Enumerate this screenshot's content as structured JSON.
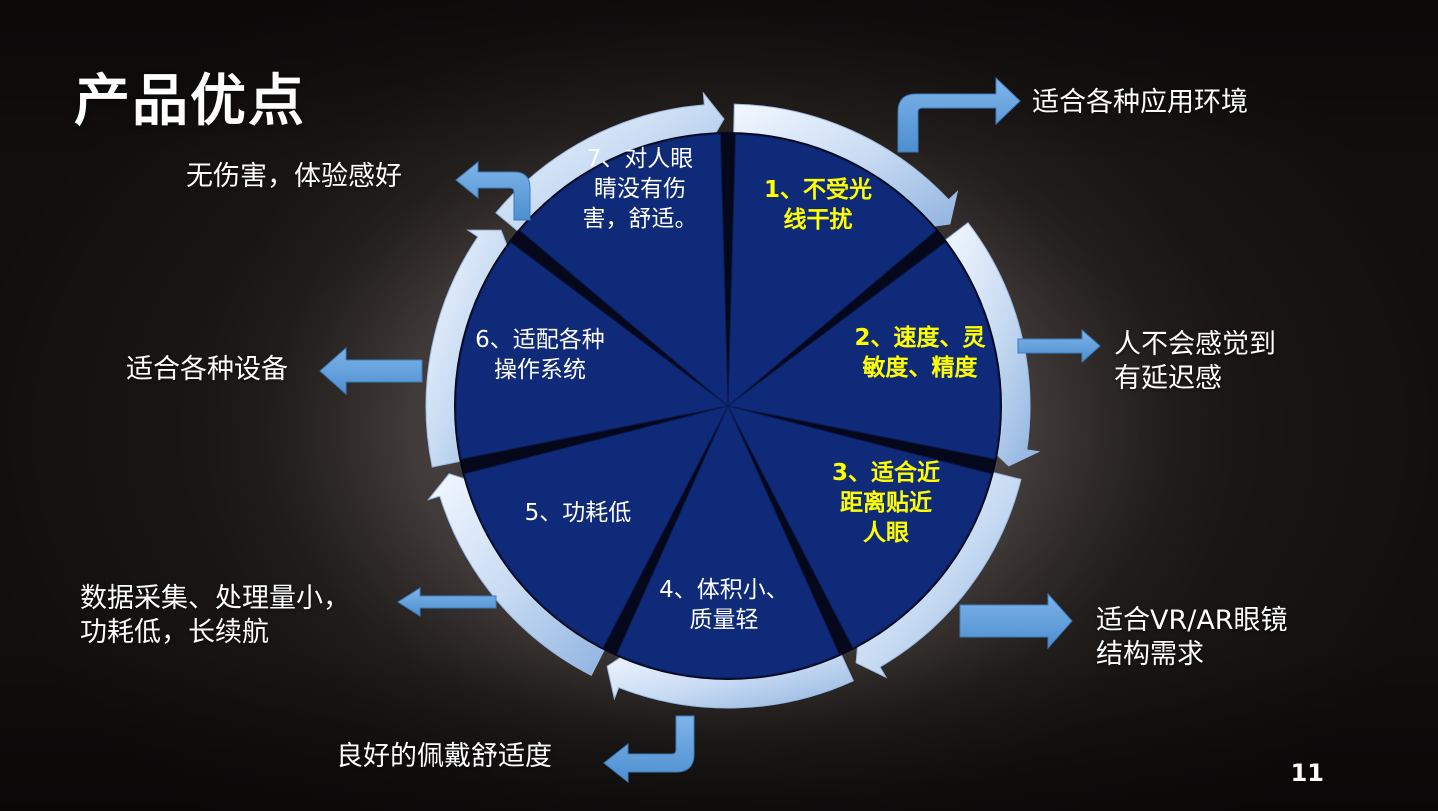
{
  "slide": {
    "title": "产品优点",
    "page_number": "11"
  },
  "wheel": {
    "segments": [
      {
        "lines": [
          "1、不受光",
          "线干扰"
        ],
        "highlight": true
      },
      {
        "lines": [
          "2、速度、灵",
          "敏度、精度"
        ],
        "highlight": true
      },
      {
        "lines": [
          "3、适合近",
          "距离贴近",
          "人眼"
        ],
        "highlight": true
      },
      {
        "lines": [
          "4、体积小、",
          "质量轻"
        ],
        "highlight": false
      },
      {
        "lines": [
          "5、功耗低"
        ],
        "highlight": false
      },
      {
        "lines": [
          "6、适配各种",
          "操作系统"
        ],
        "highlight": false
      },
      {
        "lines": [
          "7、对人眼",
          "睛没有伤",
          "害，舒适。"
        ],
        "highlight": false
      }
    ]
  },
  "outer_labels": {
    "l1": [
      "适合各种应用环境"
    ],
    "l2": [
      "人不会感觉到",
      "有延迟感"
    ],
    "l3": [
      "适合VR/AR眼镜",
      "结构需求"
    ],
    "l4": [
      "良好的佩戴舒适度"
    ],
    "l5": [
      "数据采集、处理量小，",
      "功耗低，长续航"
    ],
    "l6": [
      "适合各种设备"
    ],
    "l7": [
      "无伤害，体验感好"
    ]
  },
  "colors": {
    "wedge_fill": "#0f2a78",
    "highlight_text": "#ffff00",
    "normal_text": "#ffffff",
    "ring": "#cfe0f5",
    "arrow": "#5b9bd5"
  },
  "icons": {
    "arrow": "block-arrow-icon",
    "bent_arrow": "bent-arrow-icon"
  }
}
